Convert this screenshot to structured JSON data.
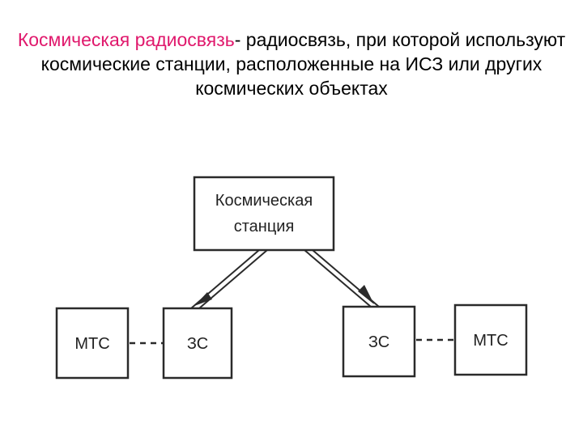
{
  "heading": {
    "term": "Космическая радиосвязь",
    "definition": "- радиосвязь, при которой используют космические станции, расположенные на ИСЗ или других космических объектах"
  },
  "diagram": {
    "station": {
      "line1": "Космическая",
      "line2": "станция"
    },
    "left_mts": "МТС",
    "left_es": "ЗС",
    "right_es": "ЗС",
    "right_mts": "МТС"
  },
  "colors": {
    "term": "#e0186c",
    "text": "#000000",
    "lines": "#2a2a2a"
  }
}
